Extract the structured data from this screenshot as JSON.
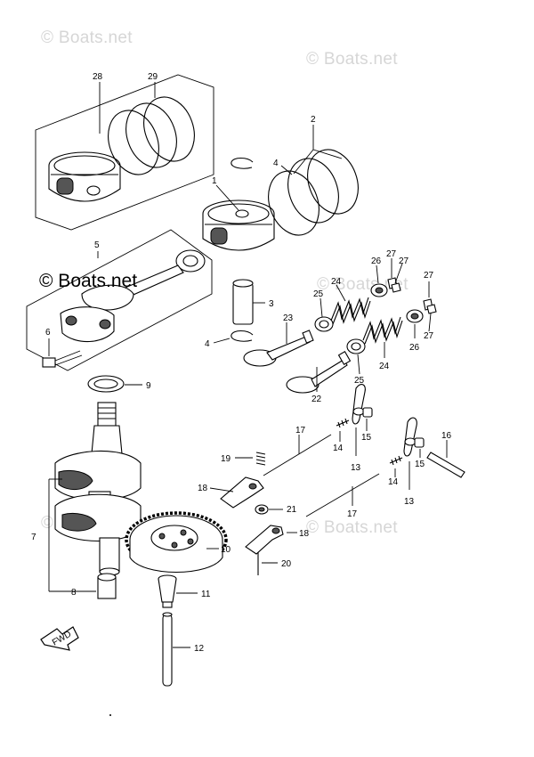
{
  "watermark": {
    "text": "© Boats.net",
    "prominent_text": "© Boats.net"
  },
  "callouts": {
    "n1": "1",
    "n2": "2",
    "n3": "3",
    "n4a": "4",
    "n4b": "4",
    "n5": "5",
    "n6": "6",
    "n7": "7",
    "n8": "8",
    "n9": "9",
    "n10": "10",
    "n11": "11",
    "n12": "12",
    "n13a": "13",
    "n13b": "13",
    "n14a": "14",
    "n14b": "14",
    "n15a": "15",
    "n15b": "15",
    "n16": "16",
    "n17a": "17",
    "n17b": "17",
    "n18a": "18",
    "n18b": "18",
    "n19": "19",
    "n20": "20",
    "n21": "21",
    "n22": "22",
    "n23": "23",
    "n24a": "24",
    "n24b": "24",
    "n25a": "25",
    "n25b": "25",
    "n26a": "26",
    "n26b": "26",
    "n27a": "27",
    "n27b": "27",
    "n27c": "27",
    "n28": "28",
    "n29": "29"
  },
  "fwd_label": "FWD"
}
